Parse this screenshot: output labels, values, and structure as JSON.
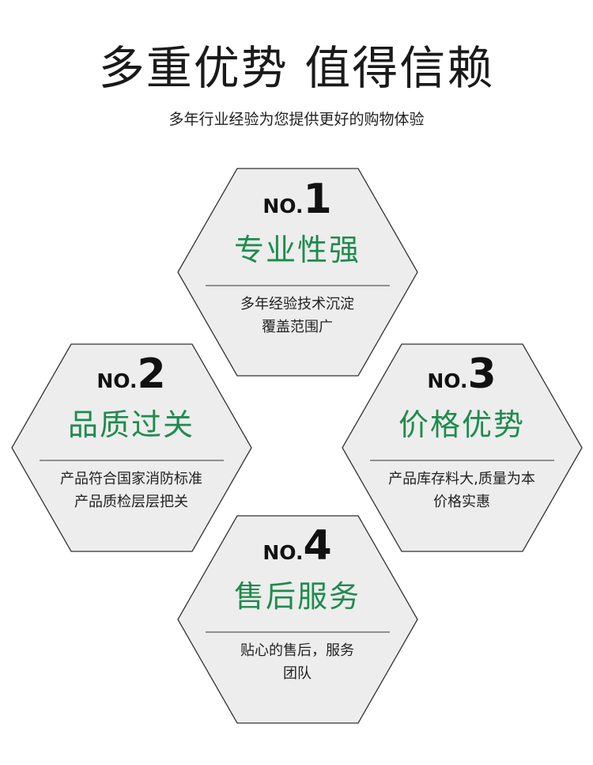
{
  "header": {
    "title": "多重优势 值得信赖",
    "subtitle": "多年行业经验为您提供更好的购物体验"
  },
  "colors": {
    "accent": "#1f8b4d",
    "hex_fill": "#ededed",
    "hex_stroke": "#333333"
  },
  "cards": [
    {
      "prefix": "NO.",
      "number": "1",
      "title": "专业性强",
      "lines": [
        "多年经验技术沉淀",
        "覆盖范围广"
      ]
    },
    {
      "prefix": "NO.",
      "number": "2",
      "title": "品质过关",
      "lines": [
        "产品符合国家消防标准",
        "产品质检层层把关"
      ]
    },
    {
      "prefix": "NO.",
      "number": "3",
      "title": "价格优势",
      "lines": [
        "产品库存料大,质量为本",
        "价格实惠"
      ]
    },
    {
      "prefix": "NO.",
      "number": "4",
      "title": "售后服务",
      "lines": [
        "贴心的售后，服务",
        "团队"
      ]
    }
  ]
}
